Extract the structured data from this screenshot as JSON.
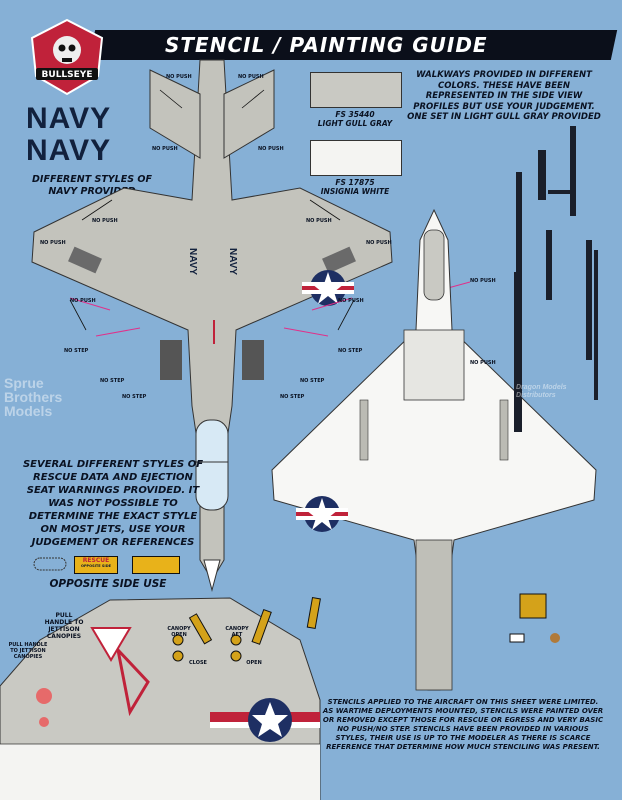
{
  "header": {
    "title": "STENCIL / PAINTING GUIDE",
    "brand": "BULLSEYE"
  },
  "navy_styles": {
    "word_1": "NAVY",
    "word_2": "NAVY",
    "caption": "DIFFERENT STYLES OF NAVY PROVIDED"
  },
  "swatches": [
    {
      "code": "FS 35440",
      "name": "LIGHT GULL GRAY",
      "color": "#c9c9c3"
    },
    {
      "code": "FS 17875",
      "name": "INSIGNIA WHITE",
      "color": "#f4f4f2"
    }
  ],
  "walkways_note": "WALKWAYS PROVIDED IN DIFFERENT COLORS. THESE HAVE BEEN REPRESENTED IN THE SIDE VIEW PROFILES BUT USE YOUR JUDGEMENT. ONE SET IN LIGHT GULL GRAY PROVIDED",
  "rescue_note": "SEVERAL DIFFERENT STYLES OF RESCUE DATA AND EJECTION SEAT WARNINGS PROVIDED. IT WAS NOT POSSIBLE TO DETERMINE THE EXACT STYLE ON MOST JETS, USE YOUR JUDGEMENT OR REFERENCES",
  "opposite_side": "OPPOSITE SIDE USE",
  "stencil_labels": {
    "no_push": "NO PUSH",
    "no_step": "NO STEP",
    "rescue": "RESCUE",
    "rescue_sub": "OPPOSITE SIDE",
    "pull_handle_1": "PULL HANDLE TO JETTISON CANOPIES",
    "pull_handle_2": "PULL HANDLE TO JETTISON CANOPIES",
    "canopy_open": "CANOPY OPEN",
    "canopy_aft": "CANOPY AFT",
    "close": "CLOSE",
    "open": "OPEN"
  },
  "tail_text": "NAVY",
  "bottom_note": "STENCILS APPLIED TO THE AIRCRAFT ON THIS SHEET WERE LIMITED. AS WARTIME DEPLOYMENTS MOUNTED, STENCILS WERE PAINTED OVER OR REMOVED EXCEPT THOSE FOR RESCUE OR EGRESS AND VERY BASIC NO PUSH/NO STEP. STENCILS HAVE BEEN PROVIDED IN VARIOUS STYLES, THEIR USE IS UP TO THE MODELER AS THERE IS SCARCE REFERENCE THAT DETERMINE HOW MUCH STENCILING WAS PRESENT.",
  "watermarks": {
    "left": "Sprue Brothers Models",
    "right": "Dragon Models Distributors"
  },
  "colors": {
    "background": "#86b0d6",
    "gull_gray": "#c9c9c3",
    "insignia_white": "#f4f4f2",
    "insignia_blue": "#1e2f63",
    "insignia_red": "#c0223a",
    "walkway_black": "#1a1f2b",
    "banner": "#0b0f1a"
  }
}
